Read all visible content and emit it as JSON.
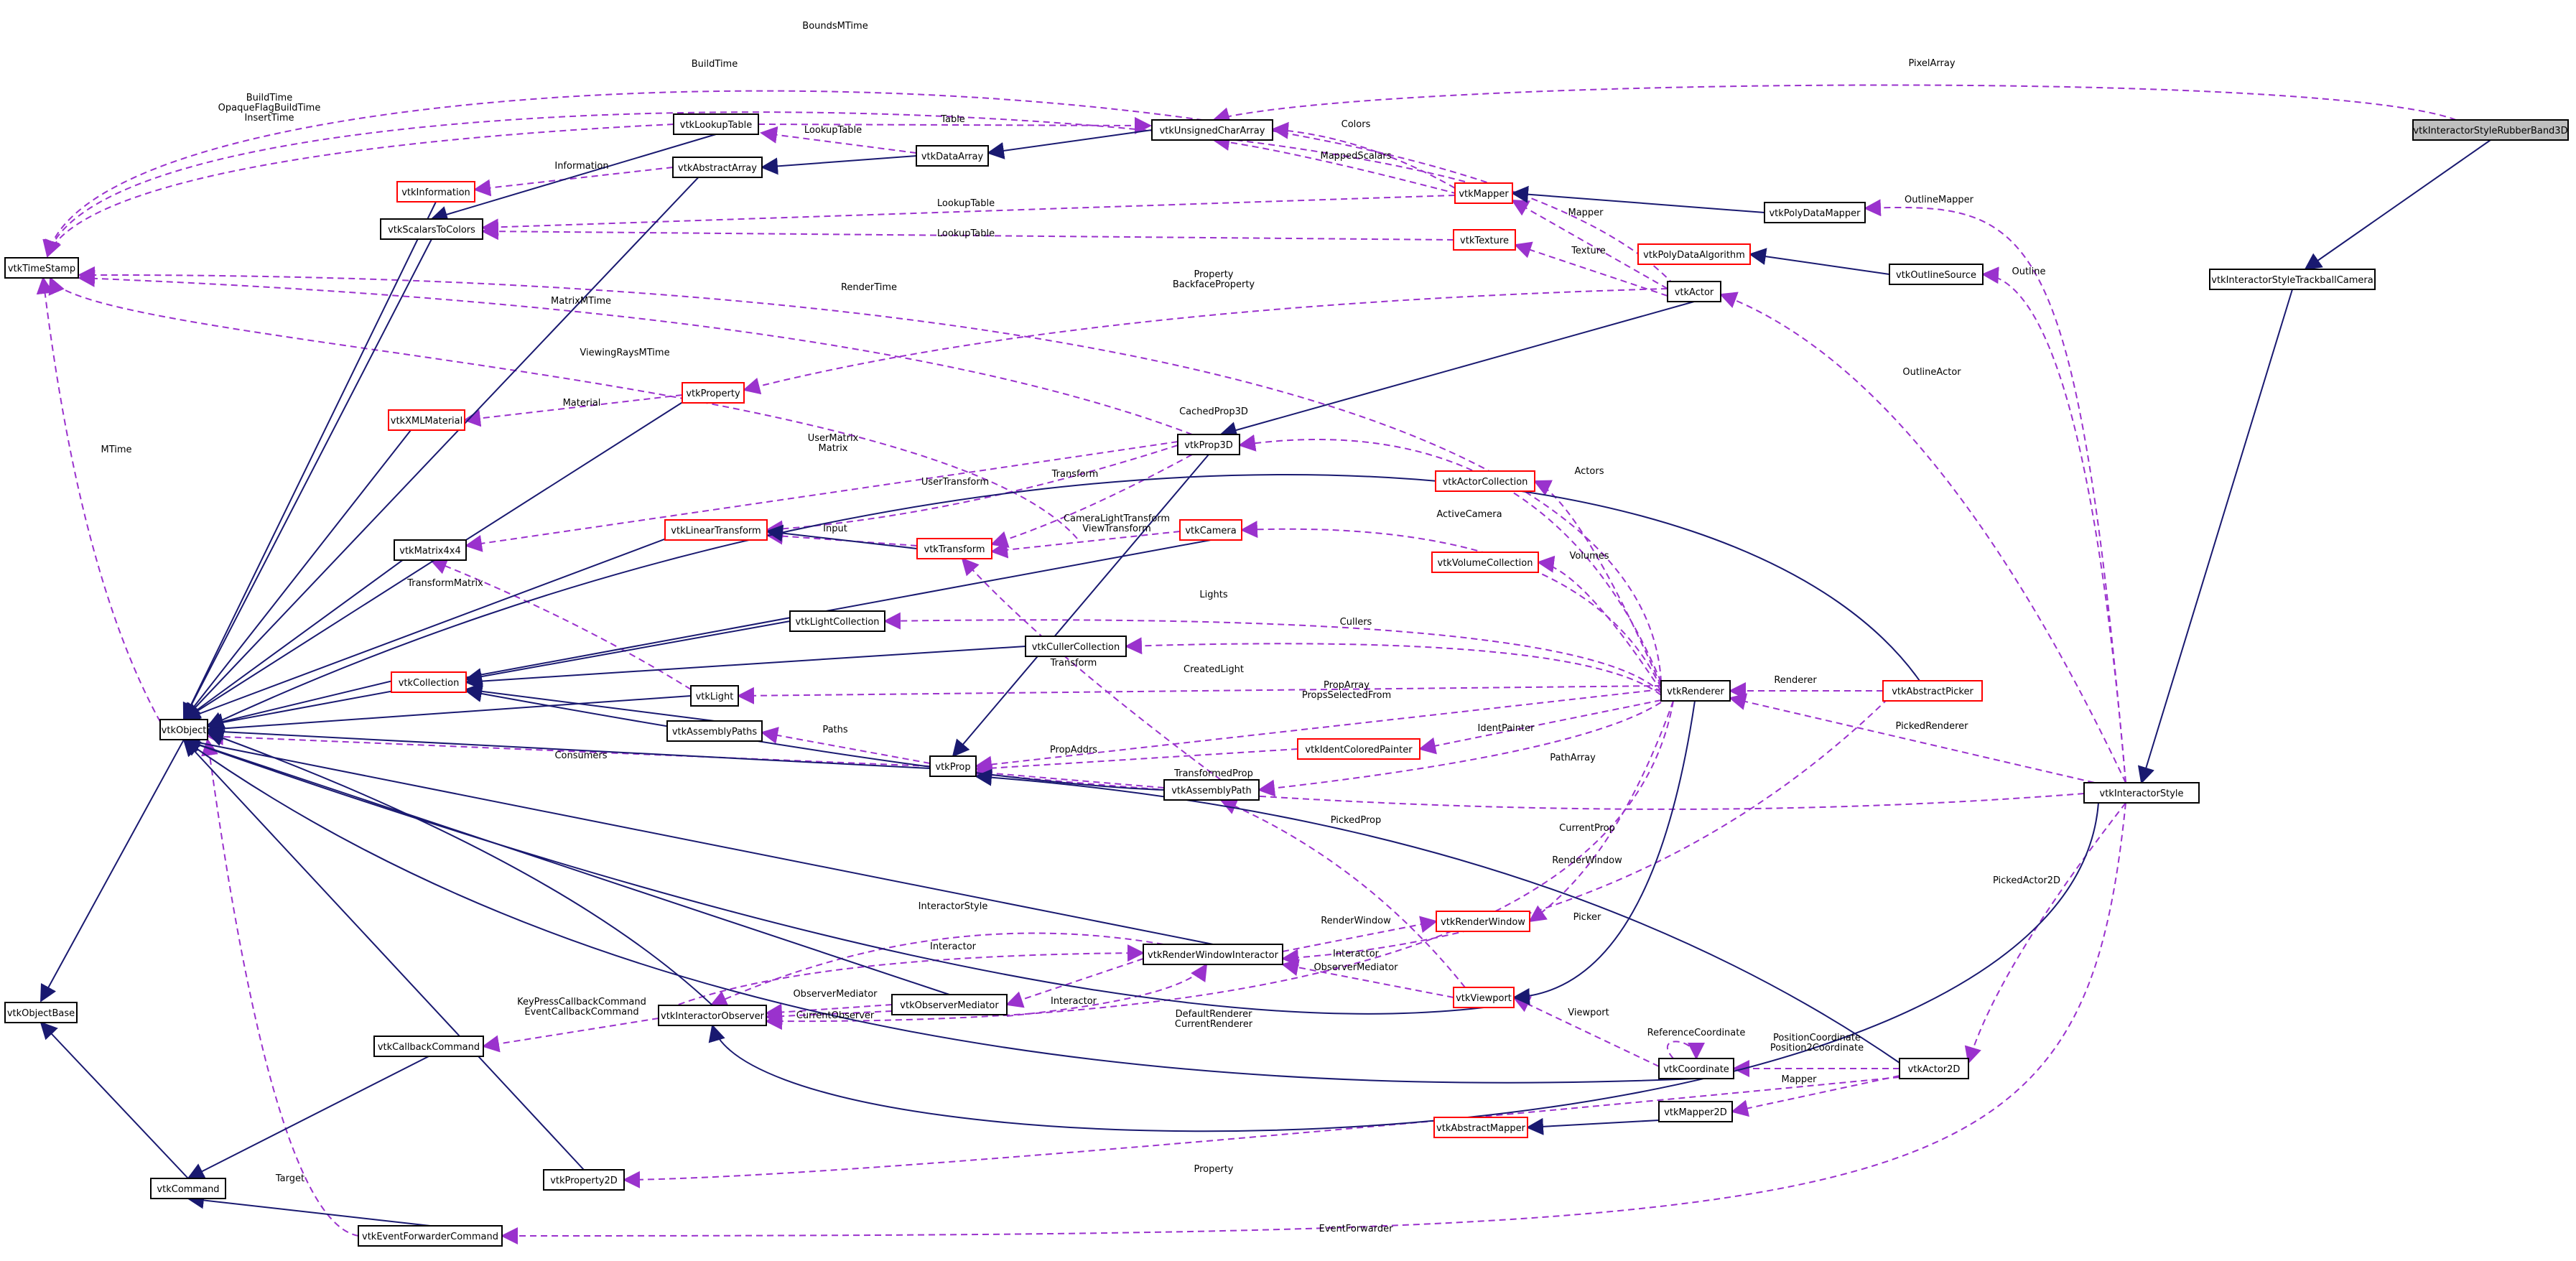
{
  "colors": {
    "inherit": "#191970",
    "usage": "#9a32cd",
    "box_normal": "#000000",
    "box_template": "#ff0000",
    "root_fill": "#bfbfbf"
  },
  "nodes": [
    {
      "id": "vtkInteractorStyleRubberBand3D",
      "label": "vtkInteractorStyleRubberBand3D",
      "style": "root"
    },
    {
      "id": "vtkInteractorStyleTrackballCamera",
      "label": "vtkInteractorStyleTrackballCamera",
      "style": "normal"
    },
    {
      "id": "vtkInteractorStyle",
      "label": "vtkInteractorStyle",
      "style": "normal"
    },
    {
      "id": "vtkInteractorObserver",
      "label": "vtkInteractorObserver",
      "style": "normal"
    },
    {
      "id": "vtkObject",
      "label": "vtkObject",
      "style": "normal"
    },
    {
      "id": "vtkObjectBase",
      "label": "vtkObjectBase",
      "style": "normal"
    },
    {
      "id": "vtkTimeStamp",
      "label": "vtkTimeStamp",
      "style": "normal"
    },
    {
      "id": "vtkCommand",
      "label": "vtkCommand",
      "style": "normal"
    },
    {
      "id": "vtkCallbackCommand",
      "label": "vtkCallbackCommand",
      "style": "normal"
    },
    {
      "id": "vtkEventForwarderCommand",
      "label": "vtkEventForwarderCommand",
      "style": "normal"
    },
    {
      "id": "vtkProperty2D",
      "label": "vtkProperty2D",
      "style": "normal"
    },
    {
      "id": "vtkLookupTable",
      "label": "vtkLookupTable",
      "style": "normal"
    },
    {
      "id": "vtkScalarsToColors",
      "label": "vtkScalarsToColors",
      "style": "normal"
    },
    {
      "id": "vtkInformation",
      "label": "vtkInformation",
      "style": "template"
    },
    {
      "id": "vtkAbstractArray",
      "label": "vtkAbstractArray",
      "style": "normal"
    },
    {
      "id": "vtkDataArray",
      "label": "vtkDataArray",
      "style": "normal"
    },
    {
      "id": "vtkUnsignedCharArray",
      "label": "vtkUnsignedCharArray",
      "style": "normal"
    },
    {
      "id": "vtkMapper",
      "label": "vtkMapper",
      "style": "template"
    },
    {
      "id": "vtkTexture",
      "label": "vtkTexture",
      "style": "template"
    },
    {
      "id": "vtkPolyDataMapper",
      "label": "vtkPolyDataMapper",
      "style": "normal"
    },
    {
      "id": "vtkPolyDataAlgorithm",
      "label": "vtkPolyDataAlgorithm",
      "style": "template"
    },
    {
      "id": "vtkOutlineSource",
      "label": "vtkOutlineSource",
      "style": "normal"
    },
    {
      "id": "vtkActor",
      "label": "vtkActor",
      "style": "normal"
    },
    {
      "id": "vtkProperty",
      "label": "vtkProperty",
      "style": "template"
    },
    {
      "id": "vtkXMLMaterial",
      "label": "vtkXMLMaterial",
      "style": "template"
    },
    {
      "id": "vtkProp3D",
      "label": "vtkProp3D",
      "style": "normal"
    },
    {
      "id": "vtkMatrix4x4",
      "label": "vtkMatrix4x4",
      "style": "normal"
    },
    {
      "id": "vtkLinearTransform",
      "label": "vtkLinearTransform",
      "style": "template"
    },
    {
      "id": "vtkTransform",
      "label": "vtkTransform",
      "style": "template"
    },
    {
      "id": "vtkCamera",
      "label": "vtkCamera",
      "style": "template"
    },
    {
      "id": "vtkActorCollection",
      "label": "vtkActorCollection",
      "style": "template"
    },
    {
      "id": "vtkVolumeCollection",
      "label": "vtkVolumeCollection",
      "style": "template"
    },
    {
      "id": "vtkLightCollection",
      "label": "vtkLightCollection",
      "style": "normal"
    },
    {
      "id": "vtkCullerCollection",
      "label": "vtkCullerCollection",
      "style": "normal"
    },
    {
      "id": "vtkCollection",
      "label": "vtkCollection",
      "style": "template"
    },
    {
      "id": "vtkLight",
      "label": "vtkLight",
      "style": "normal"
    },
    {
      "id": "vtkAssemblyPaths",
      "label": "vtkAssemblyPaths",
      "style": "normal"
    },
    {
      "id": "vtkProp",
      "label": "vtkProp",
      "style": "normal"
    },
    {
      "id": "vtkAssemblyPath",
      "label": "vtkAssemblyPath",
      "style": "normal"
    },
    {
      "id": "vtkIdentColoredPainter",
      "label": "vtkIdentColoredPainter",
      "style": "template"
    },
    {
      "id": "vtkRenderer",
      "label": "vtkRenderer",
      "style": "normal"
    },
    {
      "id": "vtkAbstractPicker",
      "label": "vtkAbstractPicker",
      "style": "template"
    },
    {
      "id": "vtkRenderWindow",
      "label": "vtkRenderWindow",
      "style": "template"
    },
    {
      "id": "vtkRenderWindowInteractor",
      "label": "vtkRenderWindowInteractor",
      "style": "normal"
    },
    {
      "id": "vtkObserverMediator",
      "label": "vtkObserverMediator",
      "style": "normal"
    },
    {
      "id": "vtkViewport",
      "label": "vtkViewport",
      "style": "template"
    },
    {
      "id": "vtkCoordinate",
      "label": "vtkCoordinate",
      "style": "normal"
    },
    {
      "id": "vtkActor2D",
      "label": "vtkActor2D",
      "style": "normal"
    },
    {
      "id": "vtkMapper2D",
      "label": "vtkMapper2D",
      "style": "normal"
    },
    {
      "id": "vtkAbstractMapper",
      "label": "vtkAbstractMapper",
      "style": "template"
    }
  ],
  "edge_labels": [
    "BoundsMTime",
    "BuildTime",
    "PixelArray",
    "BuildTime\nOpaqueFlagBuildTime\nInsertTime",
    "Table",
    "LookupTable",
    "Colors",
    "Information",
    "MappedScalars",
    "LookupTable",
    "LookupTable",
    "OutlineMapper",
    "Mapper",
    "Texture",
    "Outline",
    "Property\nBackfaceProperty",
    "MatrixMTime",
    "RenderTime",
    "ViewingRaysMTime",
    "Material",
    "OutlineActor",
    "CachedProp3D",
    "UserMatrix\nMatrix",
    "MTime",
    "UserTransform",
    "Transform",
    "Actors",
    "Input",
    "CameraLightTransform\nViewTransform",
    "ActiveCamera",
    "Volumes",
    "TransformMatrix",
    "Lights",
    "Cullers",
    "Transform",
    "CreatedLight",
    "Renderer",
    "PropArray\nPropsSelectedFrom",
    "PickedRenderer",
    "IdentPainter",
    "Paths",
    "Consumers",
    "PropAddrs",
    "PathArray",
    "TransformedProp",
    "CurrentProp",
    "PickedProp",
    "RenderWindow",
    "PickedActor2D",
    "InteractorStyle",
    "RenderWindow",
    "Interactor",
    "Picker",
    "ObserverMediator",
    "Interactor",
    "ObserverMediator",
    "CurrentObserver",
    "Interactor",
    "KeyPressCallbackCommand\nEventCallbackCommand",
    "Viewport",
    "ReferenceCoordinate",
    "DefaultRenderer\nCurrentRenderer",
    "PositionCoordinate\nPosition2Coordinate",
    "Mapper",
    "Property",
    "Target",
    "EventForwarder"
  ]
}
